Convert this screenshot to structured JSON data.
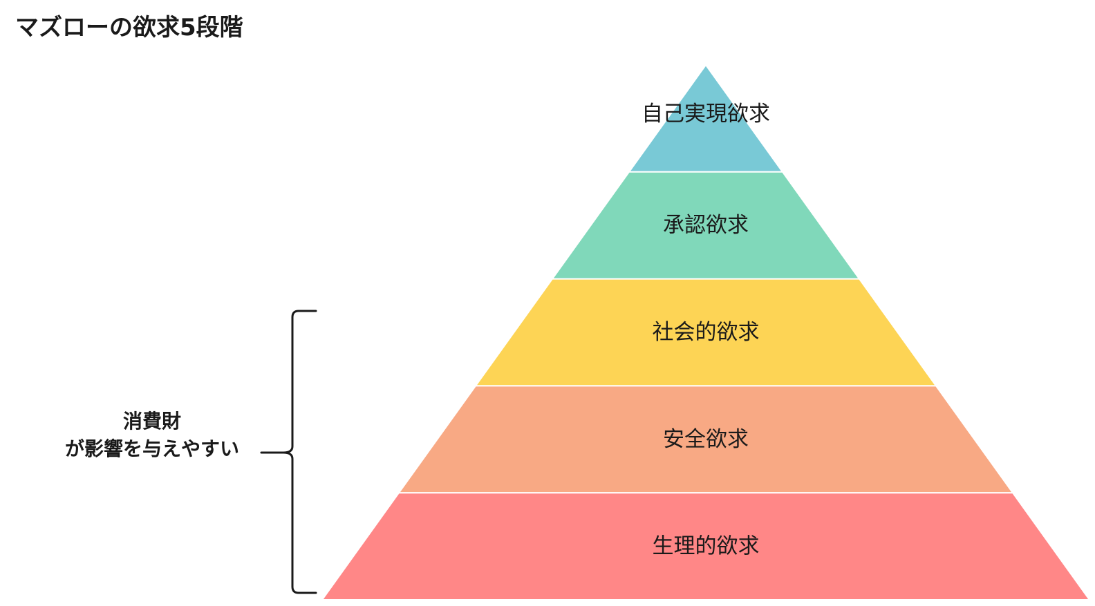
{
  "title": "マズローの欲求5段階",
  "tiers": [
    {
      "label": "自己実現欲求",
      "color": "#79C9D6"
    },
    {
      "label": "承認欲求",
      "color": "#80D8BA"
    },
    {
      "label": "社会的欲求",
      "color": "#FDD455"
    },
    {
      "label": "安全欲求",
      "color": "#F8A984"
    },
    {
      "label": "生理的欲求",
      "color": "#FF8787"
    }
  ],
  "annotation": {
    "line1": "消費財",
    "line2": "が影響を与えやすい",
    "spans_tiers": [
      "社会的欲求",
      "安全欲求",
      "生理的欲求"
    ]
  }
}
